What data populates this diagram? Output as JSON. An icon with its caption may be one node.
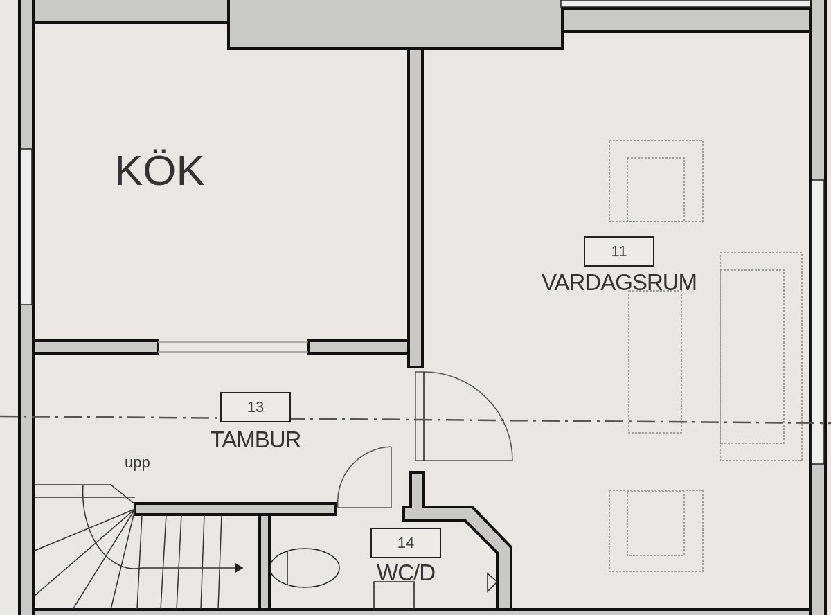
{
  "diagram": {
    "nodes": [
      {
        "text": [
          "11"
        ],
        "beside": [
          "VARDAGSRUM"
        ]
      },
      {
        "text": [
          "13"
        ],
        "beside": [
          "TAMBUR"
        ]
      },
      {
        "text": [
          "14"
        ],
        "beside": [
          "WC/D"
        ]
      }
    ],
    "labels": [
      "KÖK",
      "upp"
    ]
  }
}
